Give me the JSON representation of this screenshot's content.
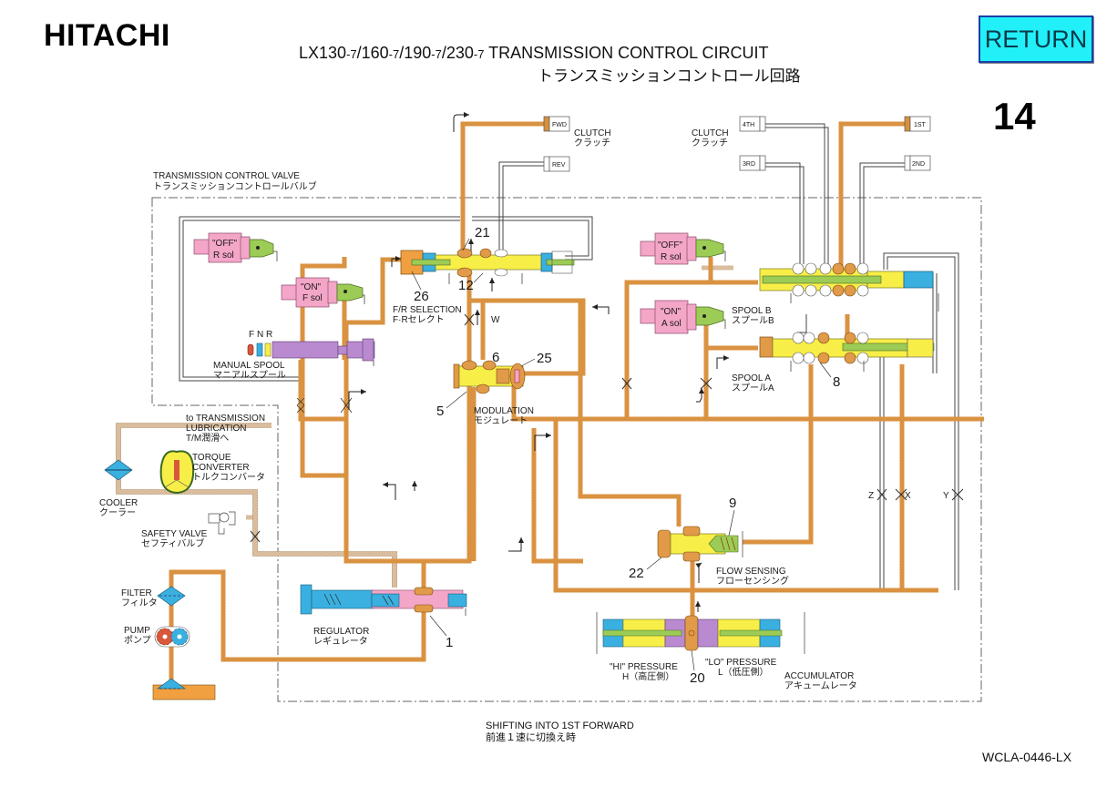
{
  "header": {
    "brand": "HITACHI",
    "title_main": "LX130",
    "title_parts": [
      "LX130",
      "-7",
      "/160",
      "-7",
      "/190",
      "-7",
      "/230",
      "-7",
      " TRANSMISSION CONTROL CIRCUIT"
    ],
    "title_jp": "トランスミッションコントロール回路",
    "return_label": "RETURN",
    "page_number": "14"
  },
  "diagram": {
    "valve_block_label": [
      "TRANSMISSION CONTROL VALVE",
      "トランスミッションコントロールバルブ"
    ],
    "clutches": {
      "left_label": [
        "CLUTCH",
        "クラッチ"
      ],
      "right_label": [
        "CLUTCH",
        "クラッチ"
      ],
      "boxes": [
        "FWD",
        "REV",
        "4TH",
        "3RD",
        "1ST",
        "2ND"
      ]
    },
    "solenoids": [
      {
        "state": "\"OFF\"",
        "name": "R sol"
      },
      {
        "state": "\"ON\"",
        "name": "F sol"
      },
      {
        "state": "\"OFF\"",
        "name": "R sol"
      },
      {
        "state": "\"ON\"",
        "name": "A sol"
      }
    ],
    "manual_spool": {
      "positions": [
        "F",
        "N",
        "R"
      ],
      "label": [
        "MANUAL SPOOL",
        "マニアルスプール"
      ]
    },
    "fr_selection": [
      "F/R SELECTION",
      "F·Rセレクト"
    ],
    "modulation": [
      "MODULATION",
      "モジュレート"
    ],
    "spool_b": [
      "SPOOL B",
      "スプールB"
    ],
    "spool_a": [
      "SPOOL A",
      "スプールA"
    ],
    "flow_sensing": [
      "FLOW SENSING",
      "フローセンシング"
    ],
    "regulator": [
      "REGULATOR",
      "レギュレータ"
    ],
    "lubrication": [
      "to TRANSMISSION",
      "LUBRICATION",
      "T/M潤滑へ"
    ],
    "torque_converter": [
      "TORQUE",
      "CONVERTER",
      "トルクコンバータ"
    ],
    "cooler": [
      "COOLER",
      "クーラー"
    ],
    "safety_valve": [
      "SAFETY VALVE",
      "セフティバルブ"
    ],
    "filter": [
      "FILTER",
      "フィルタ"
    ],
    "pump": [
      "PUMP",
      "ポンプ"
    ],
    "hi_pressure": [
      "\"HI\" PRESSURE",
      "H（高圧側）"
    ],
    "lo_pressure": [
      "\"LO\" PRESSURE",
      "L（低圧側）"
    ],
    "accumulator": [
      "ACCUMULATOR",
      "アキュームレータ"
    ],
    "orifices": [
      "W",
      "Z",
      "X",
      "Y"
    ],
    "part_numbers": [
      "21",
      "12",
      "26",
      "6",
      "25",
      "5",
      "8",
      "9",
      "22",
      "1",
      "20"
    ]
  },
  "footer": {
    "caption": [
      "SHIFTING INTO 1ST FORWARD",
      "前進１速に切換え時"
    ],
    "doc_code": "WCLA-0446-LX"
  },
  "colors": {
    "pressure_oil": "#d9913e",
    "lube_oil": "#d8b898",
    "spool_yellow": "#f8ee48",
    "solenoid_pink": "#f4a6c8",
    "solenoid_green": "#9ccc55",
    "blue_part": "#3ab0e0",
    "manual_spool_purple": "#b98ad0",
    "return_button": "#22f0f8"
  }
}
